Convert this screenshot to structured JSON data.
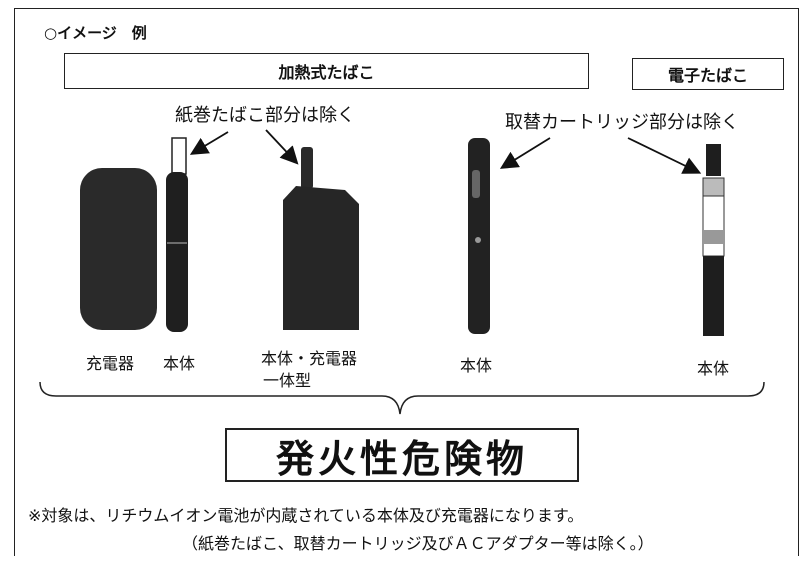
{
  "heading": "○イメージ　例",
  "categories": {
    "heated": "加熱式たばこ",
    "electronic": "電子たばこ"
  },
  "callouts": {
    "left": "紙巻たばこ部分は除く",
    "right": "取替カートリッジ部分は除く"
  },
  "labels": {
    "charger": "充電器",
    "body1": "本体",
    "integrated_line1": "本体・充電器",
    "integrated_line2": "一体型",
    "body2": "本体",
    "body3": "本体"
  },
  "result": "発火性危険物",
  "notes": {
    "line1": "※対象は、リチウムイオン電池が内蔵されている本体及び充電器になります。",
    "line2": "（紙巻たばこ、取替カートリッジ及びＡＣアダプター等は除く。）"
  }
}
